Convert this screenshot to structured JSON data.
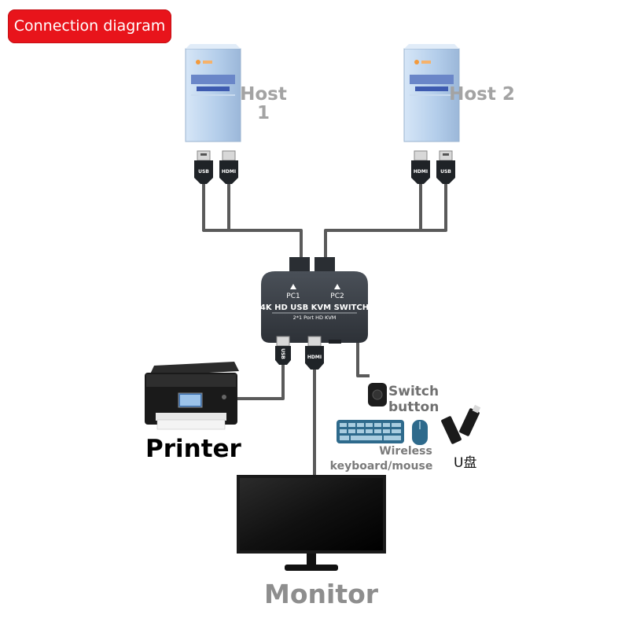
{
  "title": "Connection diagram",
  "hosts": [
    {
      "label_line1": "Host",
      "label_line2": "1"
    },
    {
      "label_line1": "Host 2",
      "label_line2": ""
    }
  ],
  "connectors": {
    "usb": "USB",
    "hdmi": "HDMI"
  },
  "switch": {
    "port1": "PC1",
    "port2": "PC2",
    "name": "4K HD USB KVM SWITCH",
    "subtitle": "2*1 Port HD KVM"
  },
  "devices": {
    "printer": "Printer",
    "switch_button_line1": "Switch",
    "switch_button_line2": "button",
    "keyboard_line1": "Wireless",
    "keyboard_line2": "keyboard/mouse",
    "usb_drive": "U盘",
    "monitor": "Monitor"
  },
  "colors": {
    "badge": "#e8141b",
    "cable": "#5a5a5a",
    "switch_body": "#3b4048",
    "host_case": "#b9d3ee"
  }
}
